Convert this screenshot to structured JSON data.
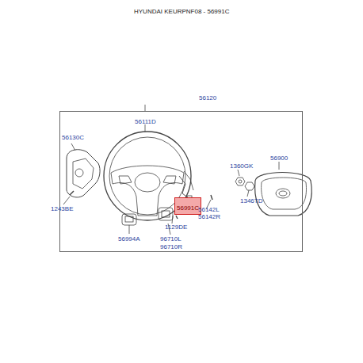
{
  "diagram": {
    "title": "HYUNDAI KEURPNF08 - 56991C",
    "nodes": [
      {
        "text": [
          "56120"
        ]
      },
      {
        "text": [
          "56991C"
        ],
        "in": 0
      }
    ],
    "labels": [
      "56111D",
      "56130C",
      "1243BE",
      "56994A",
      "96710L",
      "96710R",
      "1129DE",
      "56142L",
      "56142R",
      "1360GK",
      "1346TD",
      "56900"
    ]
  }
}
